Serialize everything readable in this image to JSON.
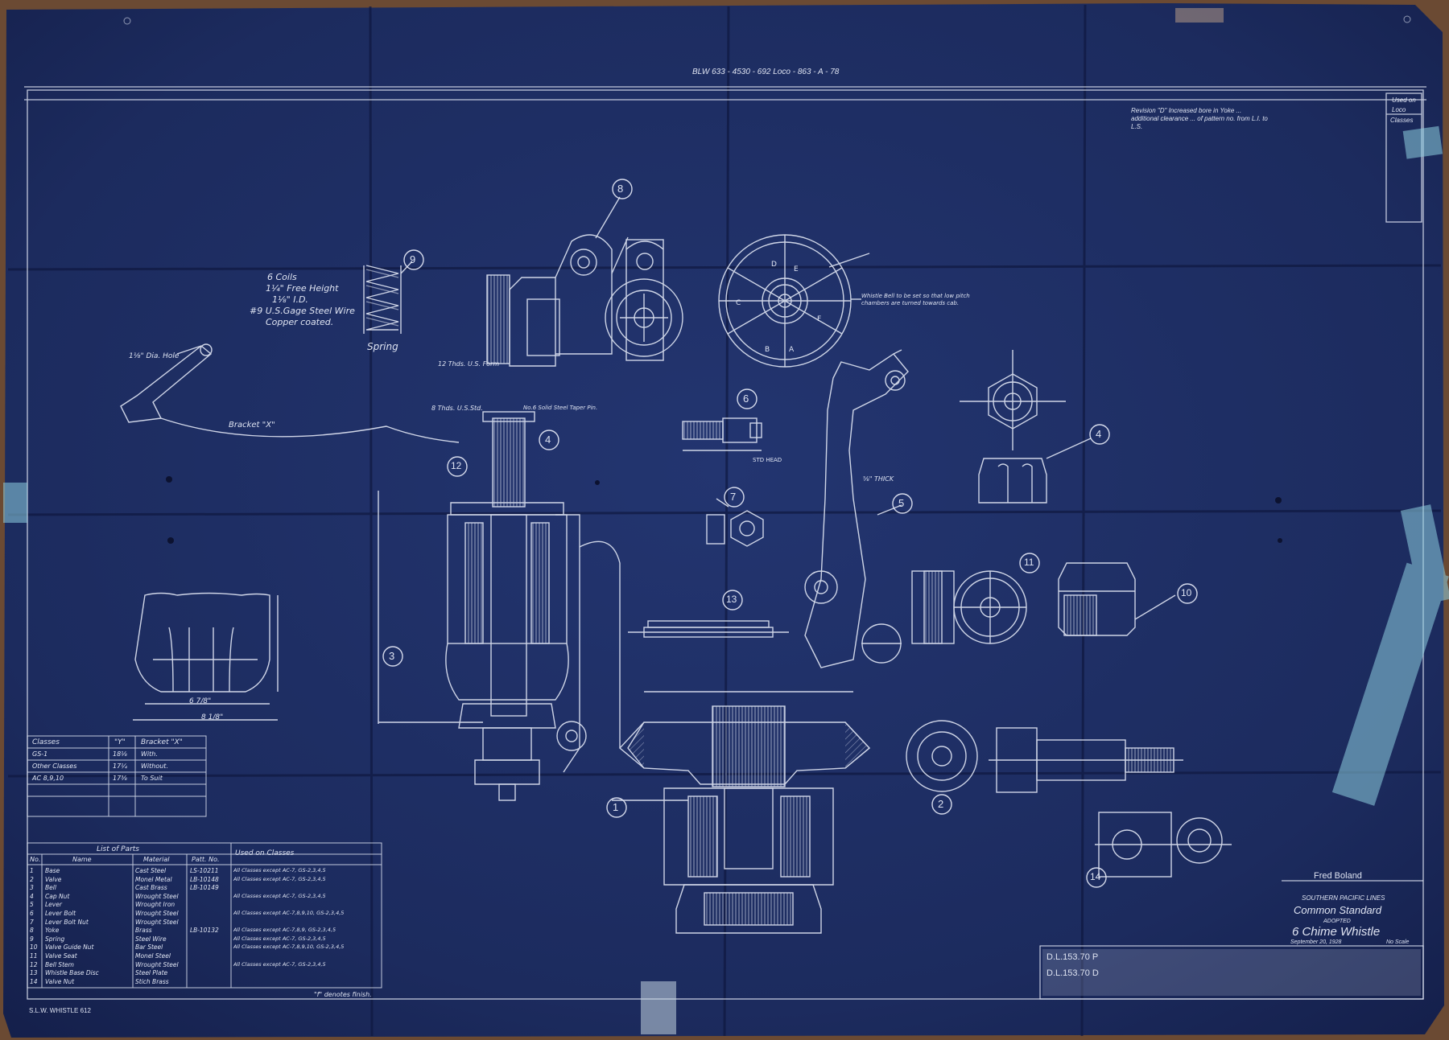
{
  "drawing": {
    "top_reference": "BLW 633 - 4530 - 692   Loco - 863 - A - 78",
    "revision_note": "Revision \"D\" Increased bore in Yoke ... additional clearance ... of pattern no. from L.I. to L.S.",
    "used_on_header": [
      "Used on",
      "Loco",
      "Classes"
    ],
    "bottom_left_note": "S.L.W. WHISTLE 612",
    "finish_note": "\"f\" denotes finish.",
    "signature": "Fred Boland",
    "title_block": {
      "company": "SOUTHERN PACIFIC LINES",
      "line1": "Common Standard",
      "adopted": "ADOPTED",
      "title": "6 Chime Whistle",
      "date": "September 20, 1928",
      "scale": "No Scale"
    },
    "drawing_numbers": [
      "D.L.153.70 P",
      "D.L.153.70 D"
    ]
  },
  "part_labels": [
    "8",
    "9",
    "6",
    "4",
    "12",
    "3",
    "7",
    "13",
    "5",
    "11",
    "10",
    "1",
    "2",
    "14",
    "4"
  ],
  "spring_note": [
    "6 Coils",
    "1¼\" Free Height",
    "1⅛\" I.D.",
    "#9 U.S.Gage Steel Wire",
    "Copper coated."
  ],
  "callouts": {
    "spring": "Spring",
    "bracket_x": "Bracket \"X\"",
    "dia_hole": "1⅛\" Dia. Hole",
    "threads_us_form": "12 Thds. U.S. Form",
    "threads_us_std": "8 Thds. U.S.Std.",
    "taper_pin": "No.6 Solid Steel Taper Pin.",
    "std_head": "STD HEAD",
    "thick": "⅝\" THICK",
    "bell_note": "Whistle Bell to be set so that low pitch chambers are turned towards cab.",
    "chambers": [
      "A",
      "B",
      "C",
      "D",
      "E",
      "F"
    ],
    "width_lbl": "6 7/8\"",
    "width_lbl2": "8 1/8\""
  },
  "classes_table": {
    "headers": [
      "Classes",
      "\"Y\"",
      "Bracket \"X\""
    ],
    "rows": [
      [
        "GS-1",
        "18⅛",
        "With."
      ],
      [
        "Other Classes",
        "17¼",
        "Without."
      ],
      [
        "AC 8,9,10",
        "17⅜",
        "To Suit"
      ]
    ]
  },
  "parts_list": {
    "title": "List of Parts",
    "headers": [
      "No.",
      "Name",
      "Material",
      "Patt. No.",
      "Used on Classes"
    ],
    "rows": [
      [
        "1",
        "Base",
        "Cast Steel",
        "LS-10211",
        "All Classes except AC-7, GS-2,3,4,5"
      ],
      [
        "2",
        "Valve",
        "Monel Metal",
        "LB-10148",
        "All Classes except AC-7, GS-2,3,4,5"
      ],
      [
        "3",
        "Bell",
        "Cast Brass",
        "LB-10149",
        ""
      ],
      [
        "4",
        "Cap Nut",
        "Wrought Steel",
        "",
        "All Classes except AC-7, GS-2,3,4,5"
      ],
      [
        "5",
        "Lever",
        "Wrought Iron",
        "",
        ""
      ],
      [
        "6",
        "Lever Bolt",
        "Wrought Steel",
        "",
        "All Classes except AC-7,8,9,10, GS-2,3,4,5"
      ],
      [
        "7",
        "Lever Bolt Nut",
        "Wrought Steel",
        "",
        ""
      ],
      [
        "8",
        "Yoke",
        "Brass",
        "LB-10132",
        "All Classes except AC-7,8,9, GS-2,3,4,5"
      ],
      [
        "9",
        "Spring",
        "Steel Wire",
        "",
        "All Classes except AC-7, GS-2,3,4,5"
      ],
      [
        "10",
        "Valve Guide Nut",
        "Bar Steel",
        "",
        "All Classes except AC-7,8,9,10, GS-2,3,4,5"
      ],
      [
        "11",
        "Valve Seat",
        "Monel Steel",
        "",
        ""
      ],
      [
        "12",
        "Bell Stem",
        "Wrought Steel",
        "",
        "All Classes except AC-7, GS-2,3,4,5"
      ],
      [
        "13",
        "Whistle Base Disc",
        "Steel Plate",
        "",
        ""
      ],
      [
        "14",
        "Valve Nut",
        "Stich Brass",
        "",
        ""
      ]
    ]
  },
  "colors": {
    "paper": "#1c2b5e",
    "paper_dark": "#142050",
    "ink": "#dfe4f2",
    "tape": "#8fd0e0",
    "background": "#6b4a33"
  }
}
